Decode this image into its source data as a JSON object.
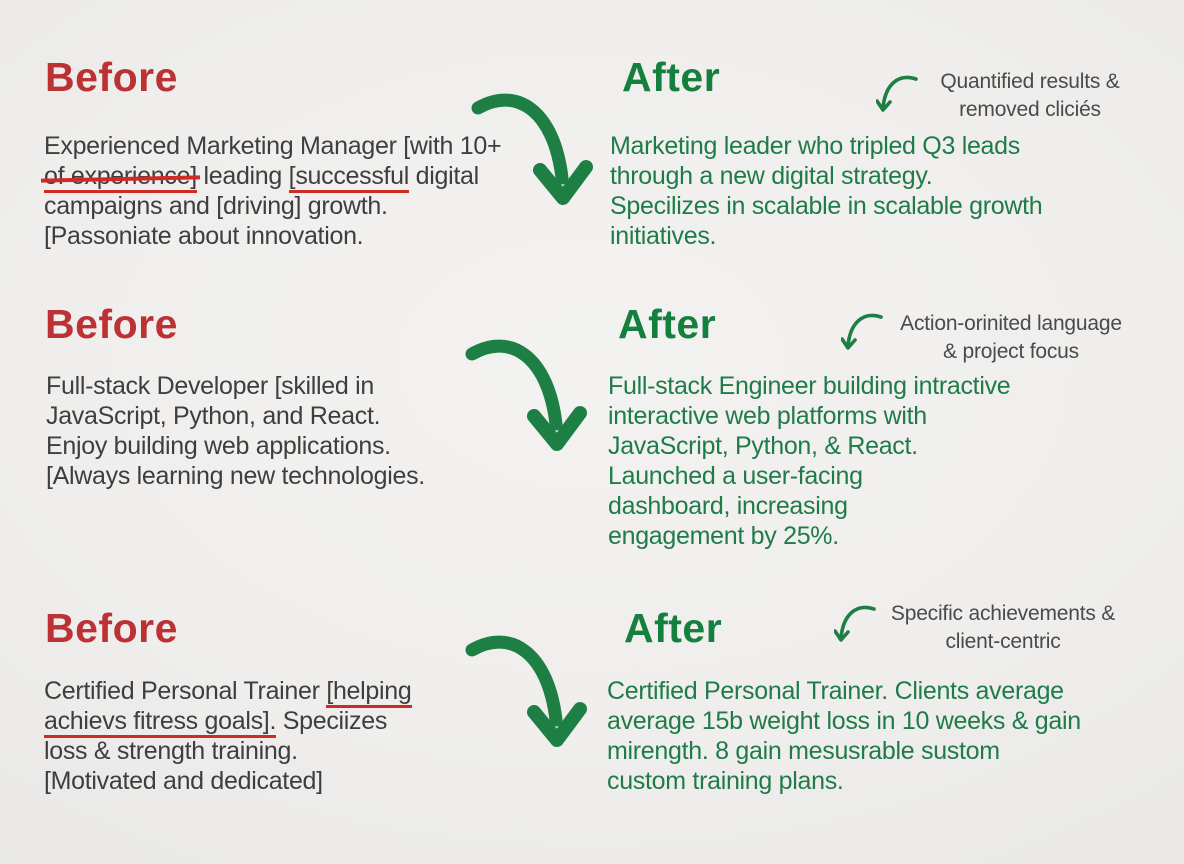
{
  "colors": {
    "red_heading": "#bc3133",
    "green_heading": "#15803e",
    "green_text": "#1f7b4a",
    "gray_text": "#3e3e3e",
    "annotation_text": "#4a4a4a",
    "arrow_green": "#1e7f45",
    "red_markup": "#ce2b25",
    "background": "#efeeec"
  },
  "rows": [
    {
      "before_label": "Before",
      "after_label": "After",
      "annotation": {
        "line1": "Quantified results &",
        "line2": "removed cliciés"
      },
      "before_lines": [
        [
          {
            "t": "Experienced Marketing Manager [with 10+"
          }
        ],
        [
          {
            "t": "of experience]",
            "d": "strike-under"
          },
          {
            "t": " leading "
          },
          {
            "t": "[successful",
            "d": "under"
          },
          {
            "t": " digital"
          }
        ],
        [
          {
            "t": "campaigns and [driving] growth."
          }
        ],
        [
          {
            "t": "[Passoniate about innovation."
          }
        ]
      ],
      "after_lines": [
        [
          {
            "t": "Marketing leader who tripled Q3 leads"
          }
        ],
        [
          {
            "t": "through a new digital strategy."
          }
        ],
        [
          {
            "t": "Specilizes in scalable in scalable growth"
          }
        ],
        [
          {
            "t": "initiatives."
          }
        ]
      ]
    },
    {
      "before_label": "Before",
      "after_label": "After",
      "annotation": {
        "line1": "Action-orinited language",
        "line2": "& project focus"
      },
      "before_lines": [
        [
          {
            "t": "Full-stack Developer [skilled in"
          }
        ],
        [
          {
            "t": "JavaScript, Python, and React."
          }
        ],
        [
          {
            "t": "Enjoy building web applications."
          }
        ],
        [
          {
            "t": "[Always learning new technologies."
          }
        ]
      ],
      "after_lines": [
        [
          {
            "t": "Full-stack Engineer building intractive"
          }
        ],
        [
          {
            "t": "interactive web platforms with"
          }
        ],
        [
          {
            "t": "JavaScript, Python, & React."
          }
        ],
        [
          {
            "t": "Launched a user-facing"
          }
        ],
        [
          {
            "t": "dashboard, increasing"
          }
        ],
        [
          {
            "t": "engagement by 25%."
          }
        ]
      ]
    },
    {
      "before_label": "Before",
      "after_label": "After",
      "annotation": {
        "line1": "Specific achievements &",
        "line2": "client-centric"
      },
      "before_lines": [
        [
          {
            "t": "Certified Personal Trainer "
          },
          {
            "t": "[helping",
            "d": "under"
          }
        ],
        [
          {
            "t": "achievs fitress goals].",
            "d": "under"
          },
          {
            "t": " Speciizes"
          }
        ],
        [
          {
            "t": "loss & strength training."
          }
        ],
        [
          {
            "t": "[Motivated and dedicated]"
          }
        ]
      ],
      "after_lines": [
        [
          {
            "t": "Certified Personal Trainer. Clients average"
          }
        ],
        [
          {
            "t": "average 15b weight loss in 10 weeks & gain"
          }
        ],
        [
          {
            "t": "mirength. 8 gain mesusrable sustom"
          }
        ],
        [
          {
            "t": "custom training plans."
          }
        ]
      ]
    }
  ]
}
